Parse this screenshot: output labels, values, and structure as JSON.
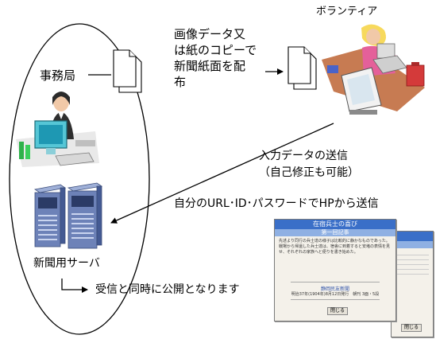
{
  "labels": {
    "office": "事務局",
    "send_method_lines": [
      "画像データ又",
      "は紙のコピーで",
      "新聞紙面を配",
      "布"
    ],
    "volunteer": "ボランティア",
    "input_send_lines": [
      "入力データの送信",
      "（自己修正も可能）"
    ],
    "hp_send": "自分のURL･ID･パスワードでHPから送信",
    "server": "新聞用サーバ",
    "publish": "受信と同時に公開となります"
  },
  "window_front": {
    "title": "在宿兵士の喜び",
    "subtitle": "第一回記事",
    "body": "先述より同行の兵士達の様子は比較的に静かなものであった。戦場から帰還した兵士達は、宿舎に到着すると安堵の表情を見せ、それぞれの家族へと便りを書き始めた。",
    "source": "静岡民友新聞",
    "date_line": "明治37年(1904年)8月12日発行　朝刊 3面・5段",
    "button": "閉じる"
  },
  "window_back": {
    "button": "閉じる"
  }
}
